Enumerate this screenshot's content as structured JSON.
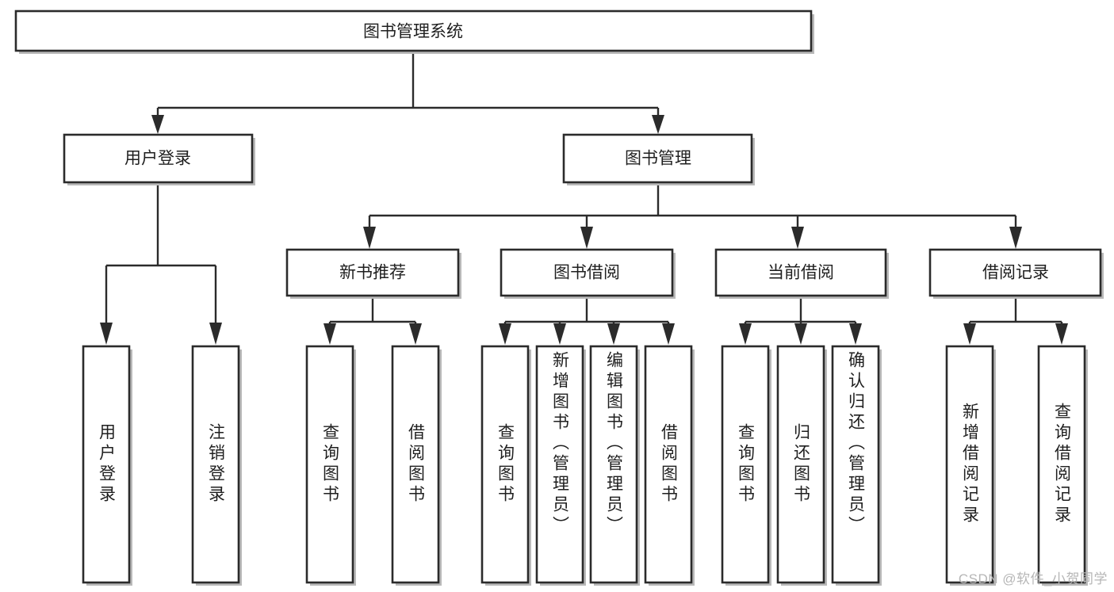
{
  "diagram": {
    "title": "图书管理系统",
    "type": "hierarchy-tree",
    "watermark": "CSDN @软件_小贺同学",
    "colors": {
      "box_stroke": "#2b2b2b",
      "box_fill": "#ffffff",
      "connector": "#2b2b2b",
      "text": "#1f1f1f",
      "watermark": "#b6b6b6",
      "background": "#ffffff"
    },
    "root": {
      "id": "root",
      "label": "图书管理系统"
    },
    "level2": [
      {
        "id": "user-login",
        "label": "用户登录"
      },
      {
        "id": "book-management",
        "label": "图书管理"
      }
    ],
    "level3": [
      {
        "id": "new-book-recommend",
        "label": "新书推荐",
        "parent": "book-management"
      },
      {
        "id": "book-borrow",
        "label": "图书借阅",
        "parent": "book-management"
      },
      {
        "id": "current-borrow",
        "label": "当前借阅",
        "parent": "book-management"
      },
      {
        "id": "borrow-record",
        "label": "借阅记录",
        "parent": "book-management"
      }
    ],
    "leaves": [
      {
        "id": "leaf-user-login",
        "label": "用户登录",
        "parent": "user-login"
      },
      {
        "id": "leaf-user-logout",
        "label": "注销登录",
        "parent": "user-login"
      },
      {
        "id": "leaf-query-book-1",
        "label": "查询图书",
        "parent": "new-book-recommend"
      },
      {
        "id": "leaf-borrow-book-1",
        "label": "借阅图书",
        "parent": "new-book-recommend"
      },
      {
        "id": "leaf-query-book-2",
        "label": "查询图书",
        "parent": "book-borrow"
      },
      {
        "id": "leaf-add-book",
        "label": "新增图书（管理员）",
        "parent": "book-borrow"
      },
      {
        "id": "leaf-edit-book",
        "label": "编辑图书（管理员）",
        "parent": "book-borrow"
      },
      {
        "id": "leaf-borrow-book-2",
        "label": "借阅图书",
        "parent": "book-borrow"
      },
      {
        "id": "leaf-query-book-3",
        "label": "查询图书",
        "parent": "current-borrow"
      },
      {
        "id": "leaf-return-book",
        "label": "归还图书",
        "parent": "current-borrow"
      },
      {
        "id": "leaf-confirm-return",
        "label": "确认归还（管理员）",
        "parent": "current-borrow"
      },
      {
        "id": "leaf-add-record",
        "label": "新增借阅记录",
        "parent": "borrow-record"
      },
      {
        "id": "leaf-query-record",
        "label": "查询借阅记录",
        "parent": "borrow-record"
      }
    ]
  }
}
